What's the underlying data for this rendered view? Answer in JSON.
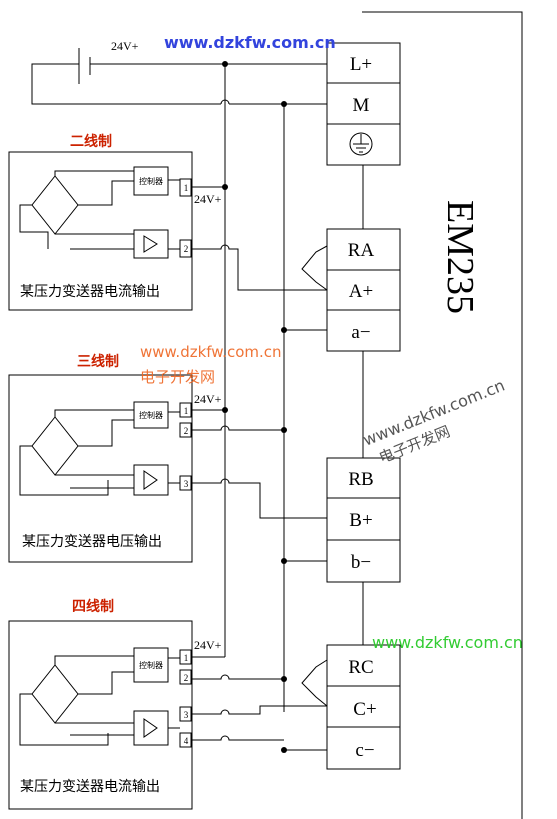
{
  "module": {
    "name": "EM235",
    "terminals": {
      "l_plus": "L+",
      "m": "M",
      "ra": "RA",
      "a_plus": "A+",
      "a_minus": "a−",
      "rb": "RB",
      "b_plus": "B+",
      "b_minus": "b−",
      "rc": "RC",
      "c_plus": "C+",
      "c_minus": "c−"
    }
  },
  "power": {
    "label": "24V+"
  },
  "transmitters": [
    {
      "title": "二线制",
      "caption": "某压力变送器电流输出",
      "controller": "控制器",
      "supply": "24V+",
      "pins": [
        "1",
        "2"
      ]
    },
    {
      "title": "三线制",
      "caption": "某压力变送器电压输出",
      "controller": "控制器",
      "supply": "24V+",
      "pins": [
        "1",
        "2",
        "3"
      ]
    },
    {
      "title": "四线制",
      "caption": "某压力变送器电流输出",
      "controller": "控制器",
      "supply": "24V+",
      "pins": [
        "1",
        "2",
        "3",
        "4"
      ]
    }
  ],
  "watermarks": {
    "site": "www.dzkfw.com.cn",
    "site_short": "dzkfw.com.cn",
    "cn_name": "电子开发网"
  },
  "colors": {
    "line": "#000000",
    "title_red": "#cc2200",
    "wm_blue": "#3344dd",
    "wm_orange": "#ee6622",
    "wm_green": "#33cc33",
    "wm_gray": "#555555"
  }
}
